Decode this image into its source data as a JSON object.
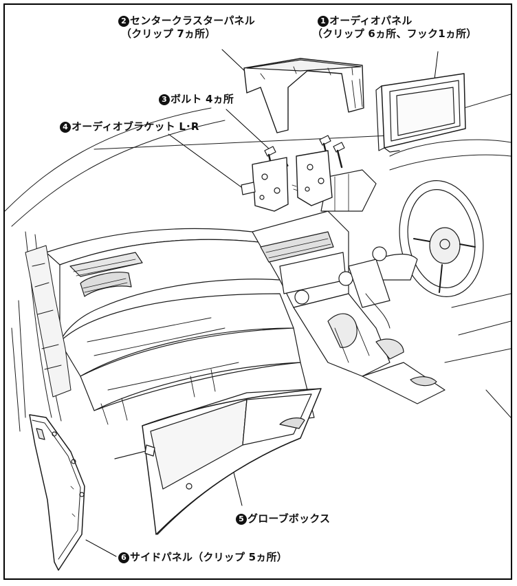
{
  "callouts": [
    {
      "num": "1",
      "name": "オーディオパネル",
      "note": "（クリップ 6ヵ所、フック1ヵ所）"
    },
    {
      "num": "2",
      "name": "センタークラスターパネル",
      "note": "（クリップ 7ヵ所）"
    },
    {
      "num": "3",
      "name": "ボルト 4ヵ所",
      "note": ""
    },
    {
      "num": "4",
      "name": "オーディオブラケット L･R",
      "note": ""
    },
    {
      "num": "5",
      "name": "グローブボックス",
      "note": ""
    },
    {
      "num": "6",
      "name": "サイドパネル",
      "note": "（クリップ 5ヵ所）"
    }
  ],
  "colors": {
    "line": "#1a1a1a",
    "fill": "#ffffff",
    "shade": "#cfcfcf"
  }
}
